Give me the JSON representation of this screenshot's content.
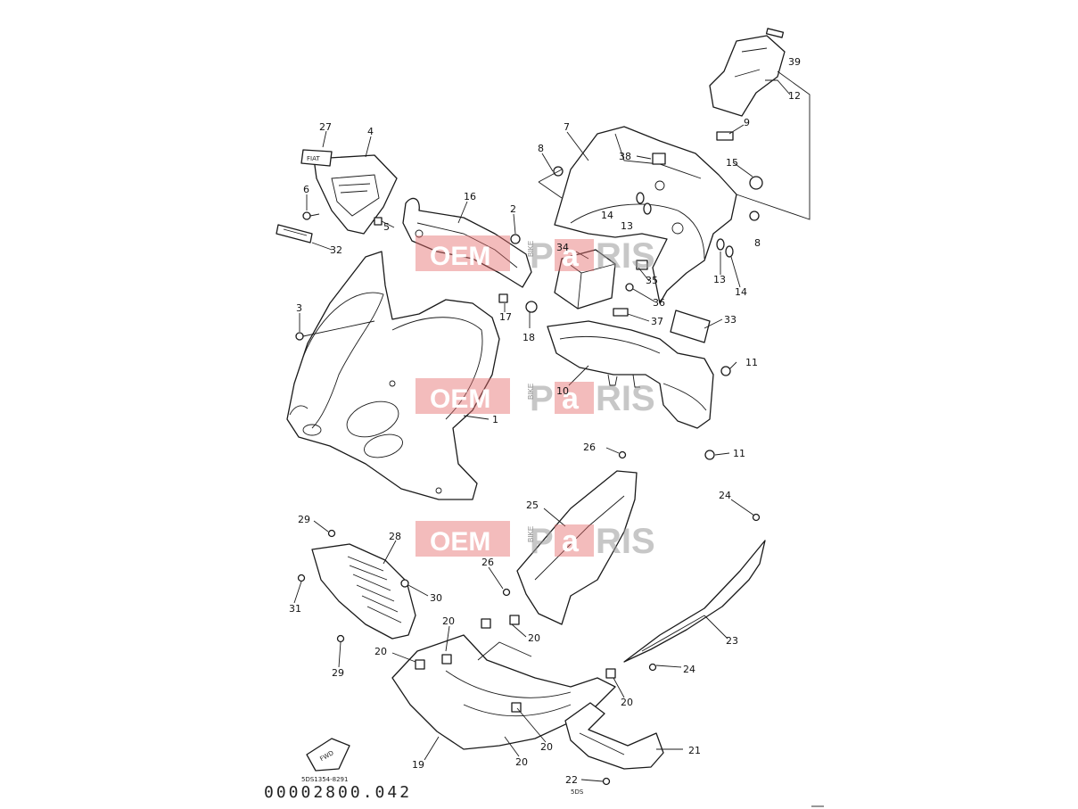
{
  "callouts": [
    {
      "id": "c27",
      "text": "27"
    },
    {
      "id": "c4",
      "text": "4"
    },
    {
      "id": "c6",
      "text": "6"
    },
    {
      "id": "c5",
      "text": "5"
    },
    {
      "id": "c32",
      "text": "32"
    },
    {
      "id": "c16",
      "text": "16"
    },
    {
      "id": "c2",
      "text": "2"
    },
    {
      "id": "c3",
      "text": "3"
    },
    {
      "id": "c17",
      "text": "17"
    },
    {
      "id": "c18",
      "text": "18"
    },
    {
      "id": "c1",
      "text": "1"
    },
    {
      "id": "c7",
      "text": "7"
    },
    {
      "id": "c8a",
      "text": "8"
    },
    {
      "id": "c38",
      "text": "38"
    },
    {
      "id": "c9",
      "text": "9"
    },
    {
      "id": "c15",
      "text": "15"
    },
    {
      "id": "c12",
      "text": "12"
    },
    {
      "id": "c39",
      "text": "39"
    },
    {
      "id": "c14a",
      "text": "14"
    },
    {
      "id": "c13a",
      "text": "13"
    },
    {
      "id": "c8b",
      "text": "8"
    },
    {
      "id": "c34",
      "text": "34"
    },
    {
      "id": "c35",
      "text": "35"
    },
    {
      "id": "c13b",
      "text": "13"
    },
    {
      "id": "c14b",
      "text": "14"
    },
    {
      "id": "c36",
      "text": "36"
    },
    {
      "id": "c37",
      "text": "37"
    },
    {
      "id": "c33",
      "text": "33"
    },
    {
      "id": "c11a",
      "text": "11"
    },
    {
      "id": "c10",
      "text": "10"
    },
    {
      "id": "c11b",
      "text": "11"
    },
    {
      "id": "c26a",
      "text": "26"
    },
    {
      "id": "c25",
      "text": "25"
    },
    {
      "id": "c24a",
      "text": "24"
    },
    {
      "id": "c29a",
      "text": "29"
    },
    {
      "id": "c28",
      "text": "28"
    },
    {
      "id": "c26b",
      "text": "26"
    },
    {
      "id": "c30",
      "text": "30"
    },
    {
      "id": "c31",
      "text": "31"
    },
    {
      "id": "c20a",
      "text": "20"
    },
    {
      "id": "c20b",
      "text": "20"
    },
    {
      "id": "c23",
      "text": "23"
    },
    {
      "id": "c29b",
      "text": "29"
    },
    {
      "id": "c20c",
      "text": "20"
    },
    {
      "id": "c24b",
      "text": "24"
    },
    {
      "id": "c20d",
      "text": "20"
    },
    {
      "id": "c20e",
      "text": "20"
    },
    {
      "id": "c20f",
      "text": "20"
    },
    {
      "id": "c21",
      "text": "21"
    },
    {
      "id": "c19",
      "text": "19"
    },
    {
      "id": "c22",
      "text": "22"
    }
  ],
  "watermark": {
    "oem": "OEM",
    "bike": "BIKE",
    "parts_left": "P",
    "parts_mid": "a",
    "parts_right": "RIS"
  },
  "labels": {
    "fwd": "FWD",
    "sticker": "FIAT",
    "catalog_code": "5DS1354-8291",
    "diagram_code": "00002800.042",
    "tiny_code": "5DS"
  }
}
